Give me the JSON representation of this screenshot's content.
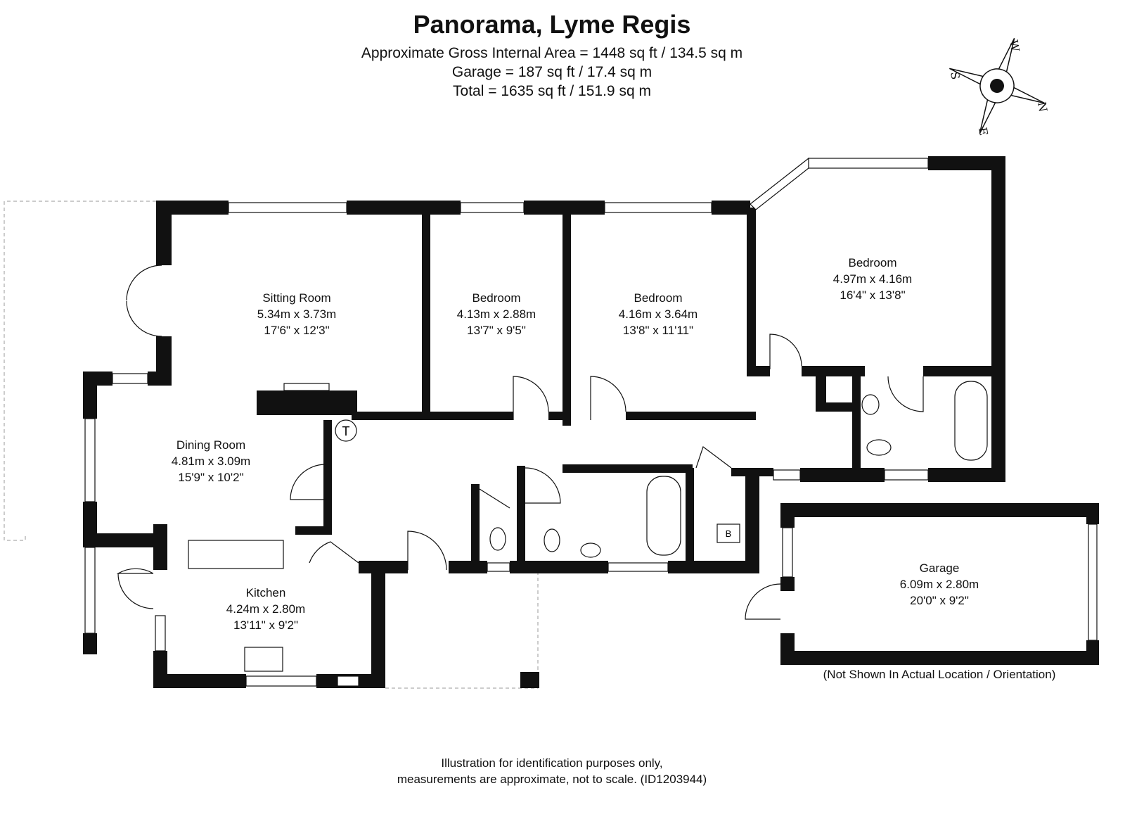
{
  "header": {
    "title": "Panorama, Lyme Regis",
    "gross_area": "Approximate Gross Internal Area = 1448 sq ft / 134.5 sq m",
    "garage_area": "Garage = 187 sq ft / 17.4 sq m",
    "total_area": "Total = 1635 sq ft / 151.9 sq m"
  },
  "compass": {
    "n": "N",
    "s": "S",
    "e": "E",
    "w": "W"
  },
  "rooms": [
    {
      "name": "Sitting Room",
      "metric": "5.34m x 3.73m",
      "imperial": "17'6\" x 12'3\""
    },
    {
      "name": "Bedroom",
      "metric": "4.13m x 2.88m",
      "imperial": "13'7\" x 9'5\""
    },
    {
      "name": "Bedroom",
      "metric": "4.16m x 3.64m",
      "imperial": "13'8\" x 11'11\""
    },
    {
      "name": "Bedroom",
      "metric": "4.97m x 4.16m",
      "imperial": "16'4\" x 13'8\""
    },
    {
      "name": "Dining Room",
      "metric": "4.81m x 3.09m",
      "imperial": "15'9\" x 10'2\""
    },
    {
      "name": "Kitchen",
      "metric": "4.24m x 2.80m",
      "imperial": "13'11\" x 9'2\""
    },
    {
      "name": "Garage",
      "metric": "6.09m x 2.80m",
      "imperial": "20'0\" x 9'2\""
    }
  ],
  "symbols": {
    "tank": "T",
    "boiler": "B"
  },
  "garage_note": "(Not Shown In Actual Location / Orientation)",
  "footer": {
    "line1": "Illustration for identification purposes only,",
    "line2": "measurements are approximate, not to scale. (ID1203944)"
  }
}
